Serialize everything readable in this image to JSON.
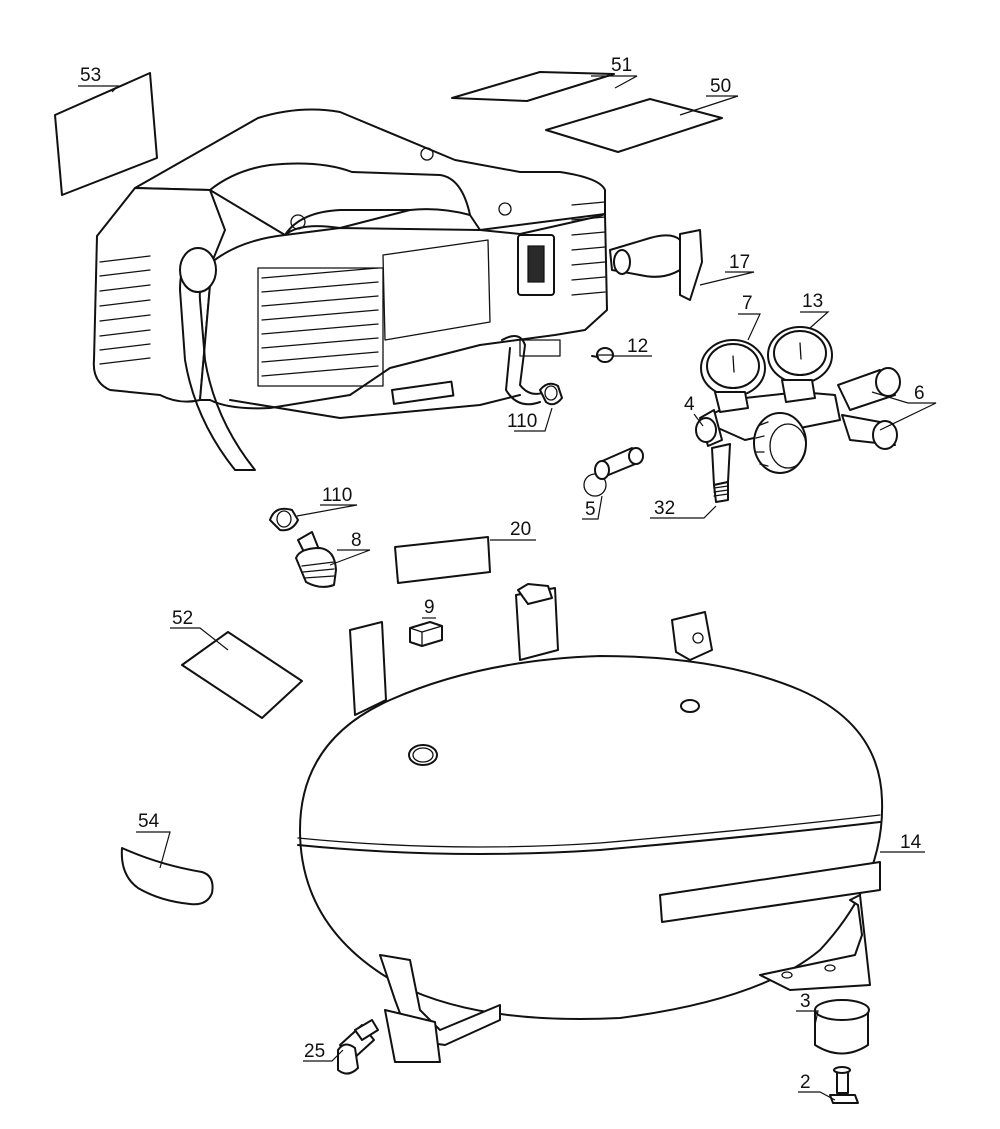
{
  "labels": {
    "p53": "53",
    "p51": "51",
    "p50": "50",
    "p17": "17",
    "p7": "7",
    "p13": "13",
    "p12": "12",
    "p6": "6",
    "p4": "4",
    "p110a": "110",
    "p5": "5",
    "p32": "32",
    "p110b": "110",
    "p8": "8",
    "p20": "20",
    "p9": "9",
    "p52": "52",
    "p14": "14",
    "p54": "54",
    "p3": "3",
    "p25": "25",
    "p2": "2"
  }
}
